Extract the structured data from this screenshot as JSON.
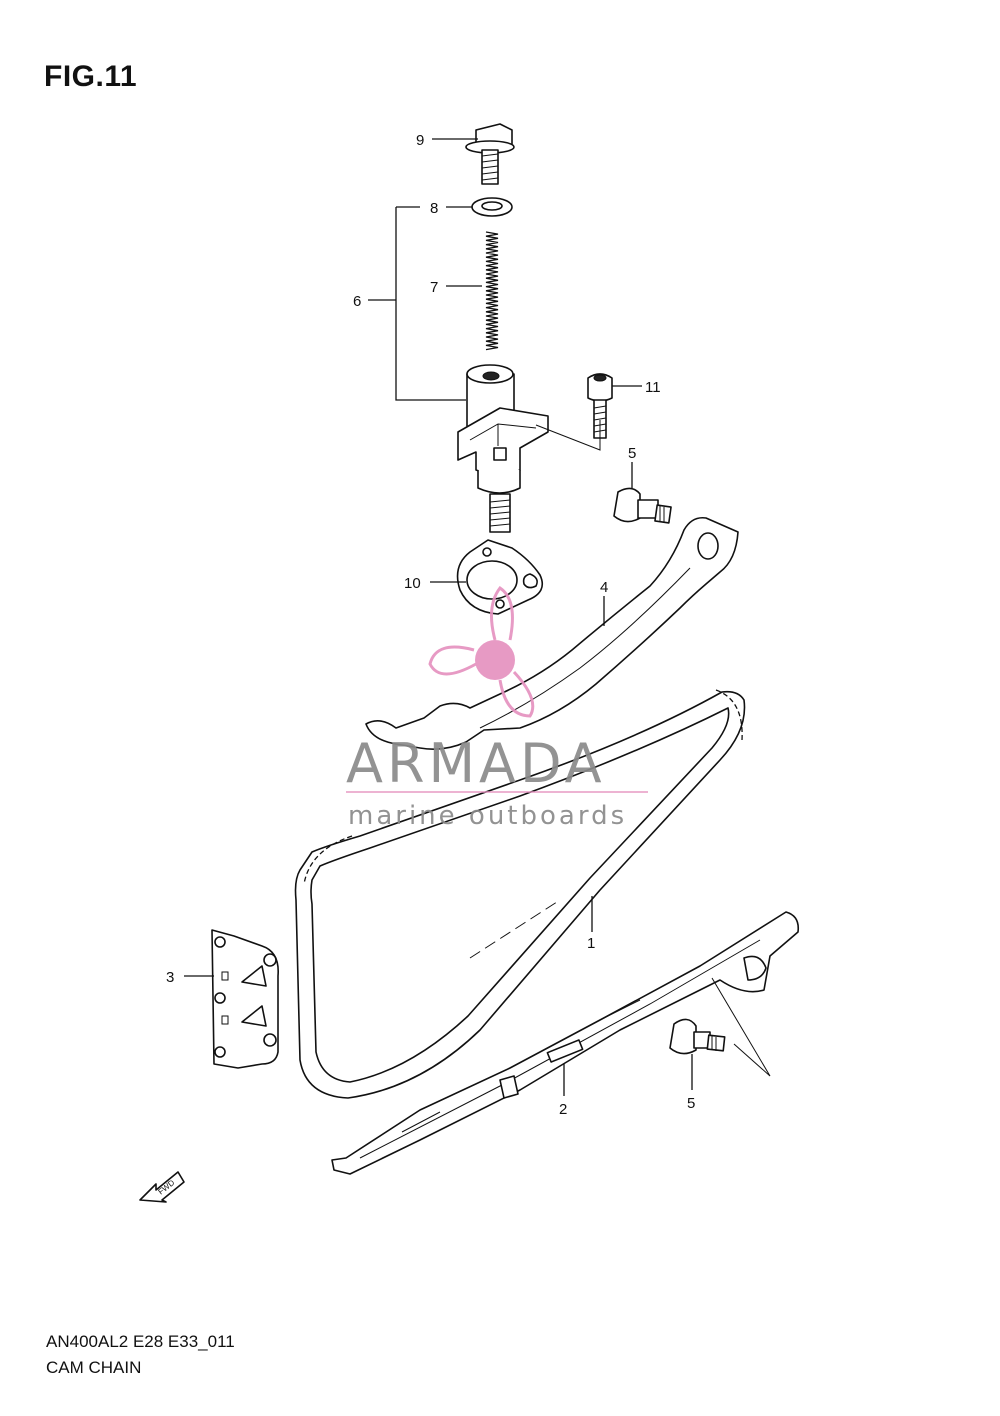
{
  "figure": {
    "title": "FIG.11"
  },
  "callouts": [
    {
      "id": "1",
      "label": "1"
    },
    {
      "id": "2",
      "label": "2"
    },
    {
      "id": "3",
      "label": "3"
    },
    {
      "id": "4",
      "label": "4"
    },
    {
      "id": "5a",
      "label": "5"
    },
    {
      "id": "5b",
      "label": "5"
    },
    {
      "id": "6",
      "label": "6"
    },
    {
      "id": "7",
      "label": "7"
    },
    {
      "id": "8",
      "label": "8"
    },
    {
      "id": "9",
      "label": "9"
    },
    {
      "id": "10",
      "label": "10"
    },
    {
      "id": "11",
      "label": "11"
    }
  ],
  "watermark": {
    "brand": "ARMADA",
    "tagline": "marine outboards",
    "logo_color": "#e592c0"
  },
  "direction_arrow": {
    "label": "FWD"
  },
  "footer": {
    "code": "AN400AL2 E28 E33_011",
    "name": "CAM CHAIN"
  }
}
